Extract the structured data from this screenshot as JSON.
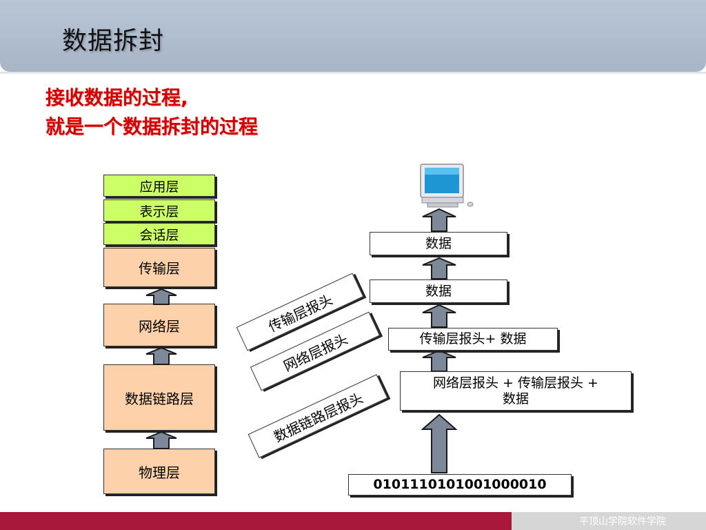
{
  "title": "数据拆封",
  "subtitle": {
    "line1": "接收数据的过程,",
    "line2": "就是一个数据拆封的过程"
  },
  "osi_layers": {
    "application": "应用层",
    "presentation": "表示层",
    "session": "会话层",
    "transport": "传输层",
    "network": "网络层",
    "datalink": "数据链路层",
    "physical": "物理层"
  },
  "data_boxes": {
    "data_top": "数据",
    "data_mid": "数据",
    "transport_data": "传输层报头+ 数据",
    "network_line1": "网络层报头 + 传输层报头 +",
    "network_line2": "数据",
    "bits": "0101110101001000010"
  },
  "header_labels": {
    "transport": "传输层报头",
    "network": "网络层报头",
    "datalink": "数据链路层报头"
  },
  "footer": {
    "school": "平顶山学院软件学院"
  },
  "colors": {
    "accent_red": "#d40000",
    "upper_layer_green": "#ccff66",
    "lower_layer_peach": "#fdd2ab",
    "arrow_blue_grey": "#7d8899",
    "footer_red": "#a8183a"
  },
  "icons": {
    "computer": "computer-icon",
    "arrow": "up-arrow-icon"
  }
}
